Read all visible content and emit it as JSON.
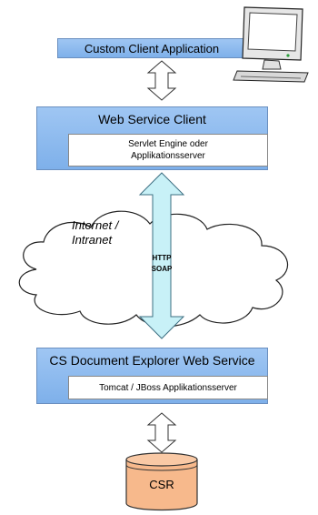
{
  "custom_client": {
    "label": "Custom Client Application"
  },
  "web_service_client": {
    "title": "Web Service Client",
    "inner_line1": "Servlet Engine oder",
    "inner_line2": "Applikationsserver"
  },
  "network": {
    "label_line1": "Internet /",
    "label_line2": "Intranet",
    "protocol_line1": "HTTP",
    "protocol_line2": "SOAP"
  },
  "explorer_service": {
    "title": "CS Document Explorer Web Service",
    "inner": "Tomcat / JBoss Applikationsserver"
  },
  "database": {
    "label": "CSR"
  },
  "colors": {
    "panel_blue": "#8fbcef",
    "arrow_cyan": "#c8f1f7",
    "database_orange": "#f7b98c"
  }
}
